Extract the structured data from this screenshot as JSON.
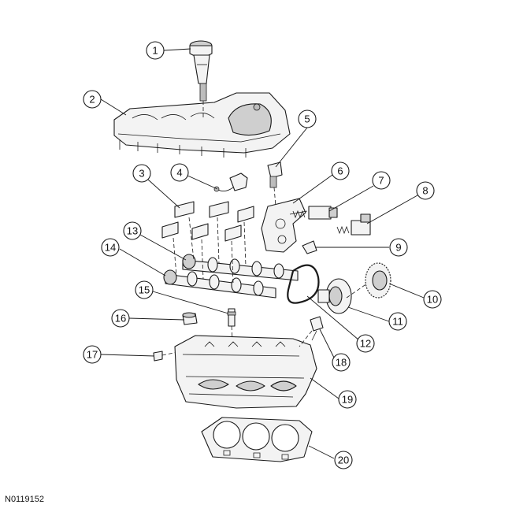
{
  "figure_id": "N0119152",
  "callouts": [
    "1",
    "2",
    "3",
    "4",
    "5",
    "6",
    "7",
    "8",
    "9",
    "10",
    "11",
    "12",
    "13",
    "14",
    "15",
    "16",
    "17",
    "18",
    "19",
    "20"
  ]
}
